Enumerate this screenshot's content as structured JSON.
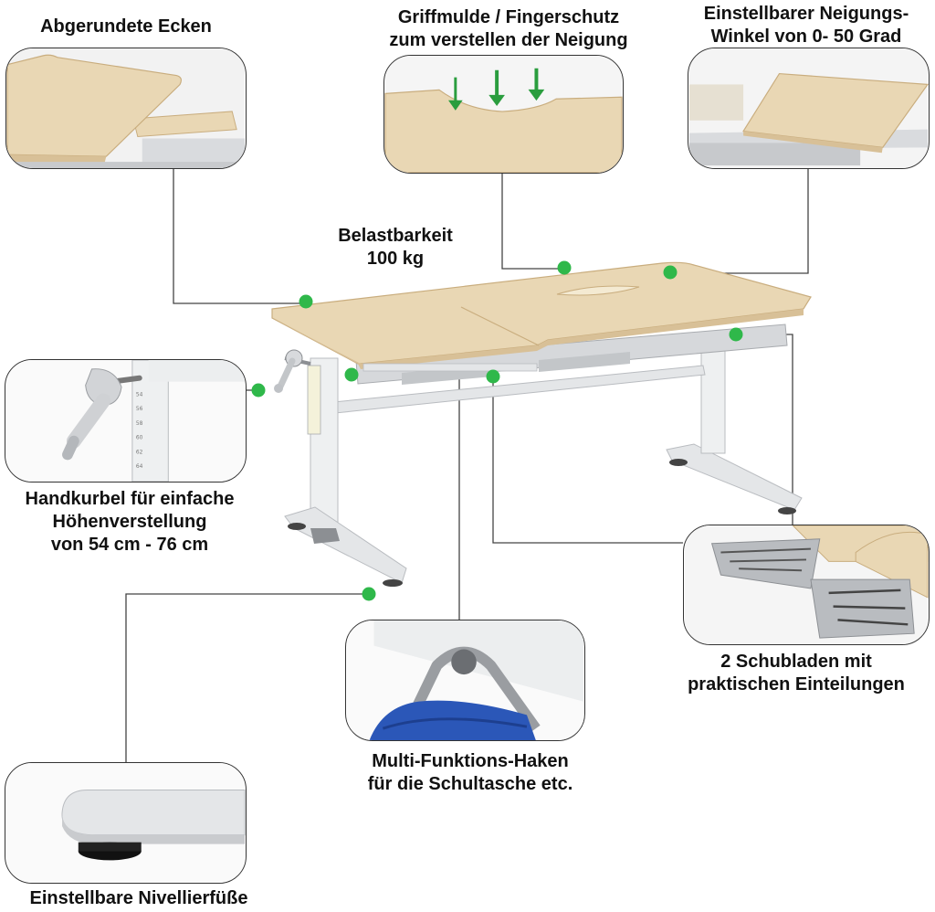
{
  "labels": {
    "rounded_corners": "Abgerundete Ecken",
    "finger_groove": [
      "Griffmulde / Fingerschutz",
      "zum verstellen der Neigung"
    ],
    "tilt_angle": [
      "Einstellbarer Neigungs-",
      "Winkel von 0- 50 Grad"
    ],
    "load_capacity": [
      "Belastbarkeit",
      "100 kg"
    ],
    "hand_crank": [
      "Handkurbel für  einfache",
      "Höhenverstellung",
      "von 54 cm - 76 cm"
    ],
    "drawers": [
      "2 Schubladen mit",
      "praktischen Einteilungen"
    ],
    "hook": [
      "Multi-Funktions-Haken",
      "für die Schultasche etc."
    ],
    "leveling_feet": "Einstellbare Nivellierfüße"
  },
  "scale_marks": [
    "54",
    "56",
    "58",
    "60",
    "62",
    "64"
  ],
  "colors": {
    "wood": "#e9d7b4",
    "wood_edge": "#c9ad7e",
    "frame": "#e4e6e8",
    "frame_shadow": "#b9bcc0",
    "marker": "#2fb84a",
    "line": "#444444",
    "arrow": "#2a9d3e",
    "bag": "#2b57b8"
  }
}
